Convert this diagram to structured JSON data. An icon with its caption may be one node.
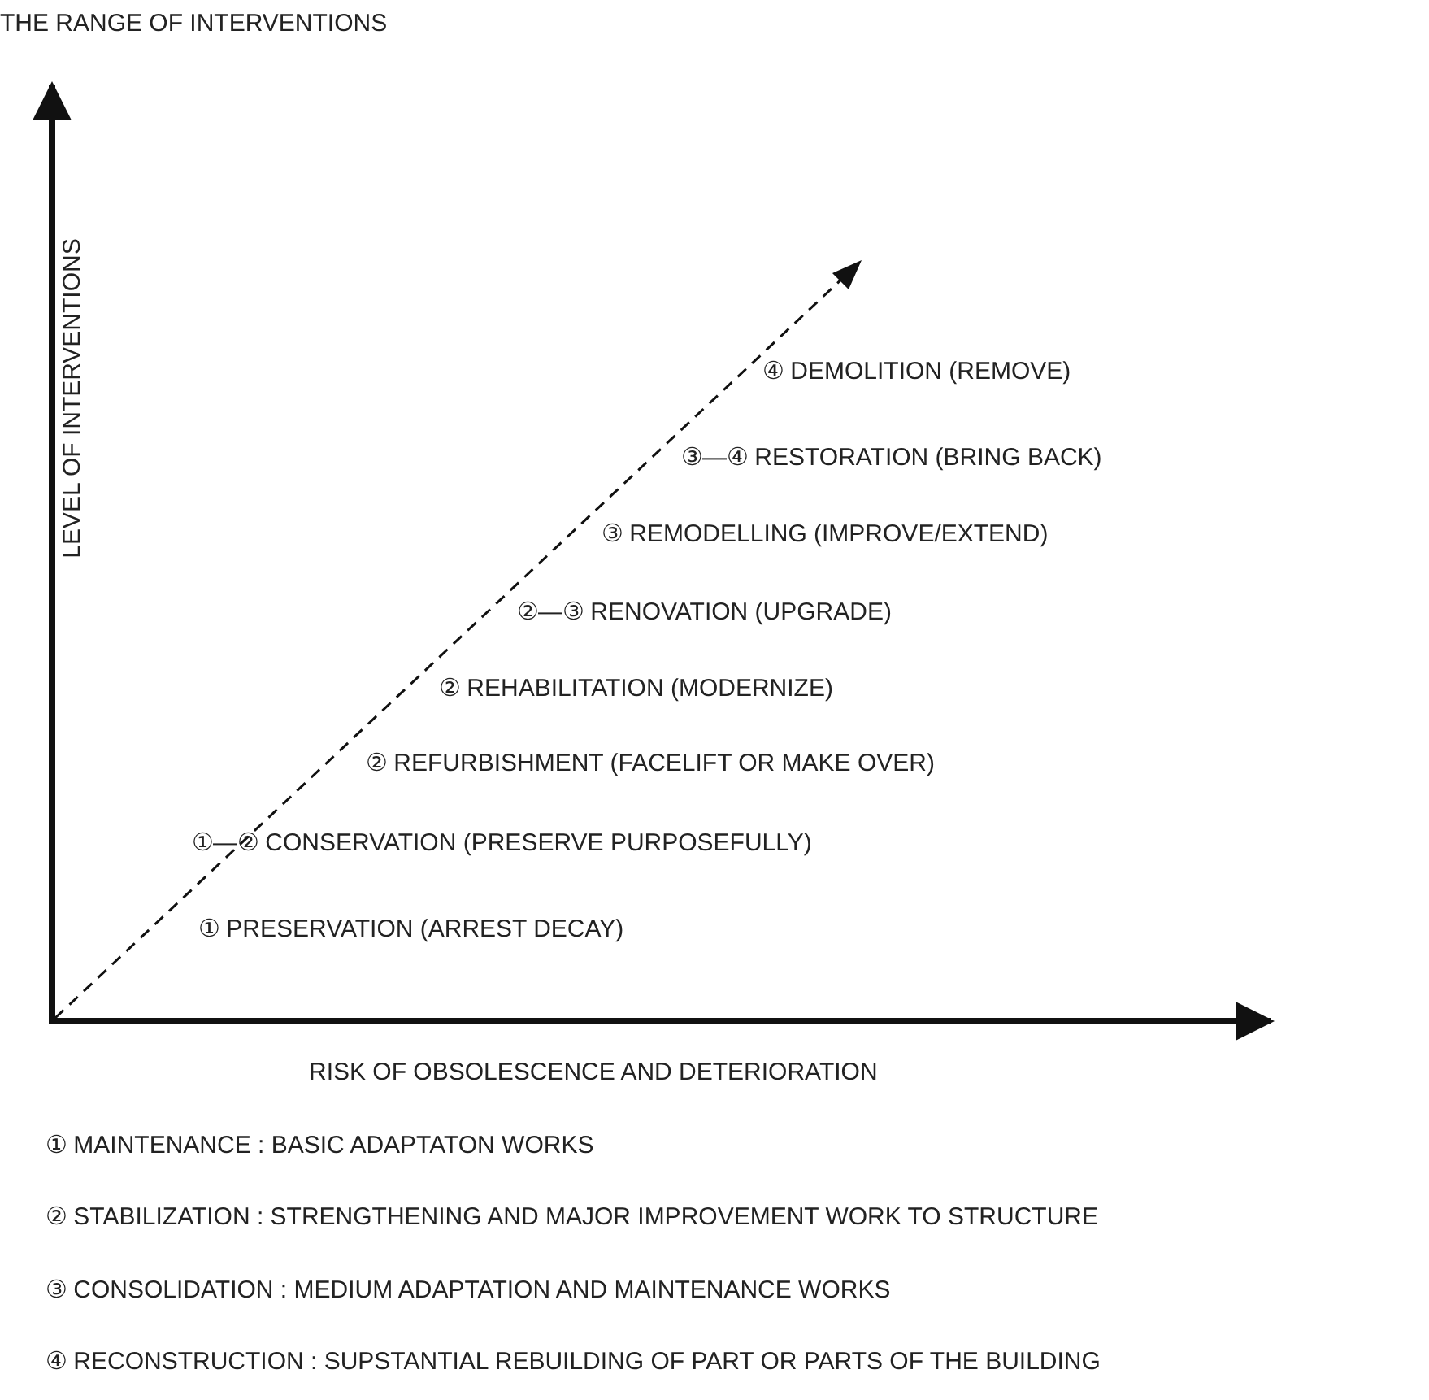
{
  "diagram": {
    "labels": [
      "THE RANGE OF INTERVENTIONS",
      "LEVEL OF INTERVENTIONS",
      "④ DEMOLITION (REMOVE)",
      "③—④ RESTORATION (BRING BACK)",
      "③ REMODELLING (IMPROVE/EXTEND)",
      "②—③ RENOVATION (UPGRADE)",
      "② REHABILITATION (MODERNIZE)",
      "② REFURBISHMENT (FACELIFT OR MAKE OVER)",
      "①—② CONSERVATION (PRESERVE PURPOSEFULLY)",
      "① PRESERVATION (ARREST DECAY)",
      "RISK OF OBSOLESCENCE AND DETERIORATION",
      "①  MAINTENANCE : BASIC ADAPTATON WORKS",
      "②  STABILIZATION : STRENGTHENING AND MAJOR IMPROVEMENT WORK TO STRUCTURE",
      "③  CONSOLIDATION : MEDIUM ADAPTATION AND MAINTENANCE WORKS",
      "④  RECONSTRUCTION : SUPSTANTIAL REBUILDING OF PART OR PARTS OF THE BUILDING"
    ]
  }
}
